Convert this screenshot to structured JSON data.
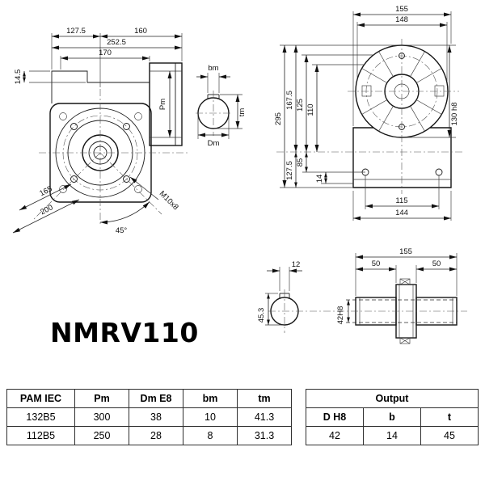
{
  "title": "NMRV110",
  "drawing": {
    "front": {
      "d127_5": "127.5",
      "d160": "160",
      "d252_5": "252.5",
      "d170": "170",
      "d14_5": "14.5",
      "dPm": "Pm",
      "d165": "165",
      "d200": "200",
      "thread": "M10x8",
      "angle": "45°"
    },
    "section": {
      "bm": "bm",
      "tm": "tm",
      "Dm": "Dm"
    },
    "side": {
      "d155": "155",
      "d148": "148",
      "d167_5": "167.5",
      "d125": "125",
      "d110": "110",
      "d295": "295",
      "d127_5": "127.5",
      "d85": "85",
      "d14": "14",
      "d130h8": "130 h8",
      "d115": "115",
      "d144": "144"
    },
    "output_view": {
      "d155": "155",
      "d50a": "50",
      "d50b": "50",
      "d12": "12",
      "d45_3": "45.3",
      "d42h8": "42H8"
    }
  },
  "tables": {
    "main": {
      "headers": [
        "PAM IEC",
        "Pm",
        "Dm E8",
        "bm",
        "tm"
      ],
      "rows": [
        [
          "132B5",
          "300",
          "38",
          "10",
          "41.3"
        ],
        [
          "112B5",
          "250",
          "28",
          "8",
          "31.3"
        ]
      ]
    },
    "output": {
      "title": "Output",
      "headers": [
        "D H8",
        "b",
        "t"
      ],
      "rows": [
        [
          "42",
          "14",
          "45"
        ]
      ]
    }
  }
}
